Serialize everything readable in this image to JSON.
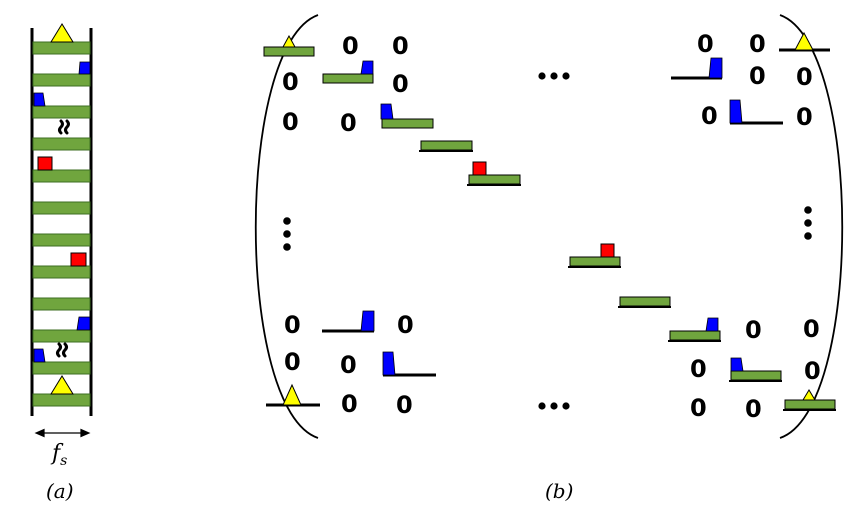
{
  "panel_a": {
    "caption": "(a)",
    "width_label": "f",
    "width_label_sub": "s",
    "colors": {
      "rail": "#000000",
      "bar": "#70a53e",
      "triangle": "#ffff00",
      "square": "#ff0000",
      "blue": "#0000ff"
    }
  },
  "panel_b": {
    "caption": "(b)",
    "zero": "0",
    "colors": {
      "bar": "#70a53e",
      "triangle": "#ffff00",
      "square": "#ff0000",
      "blue": "#0000ff"
    }
  }
}
